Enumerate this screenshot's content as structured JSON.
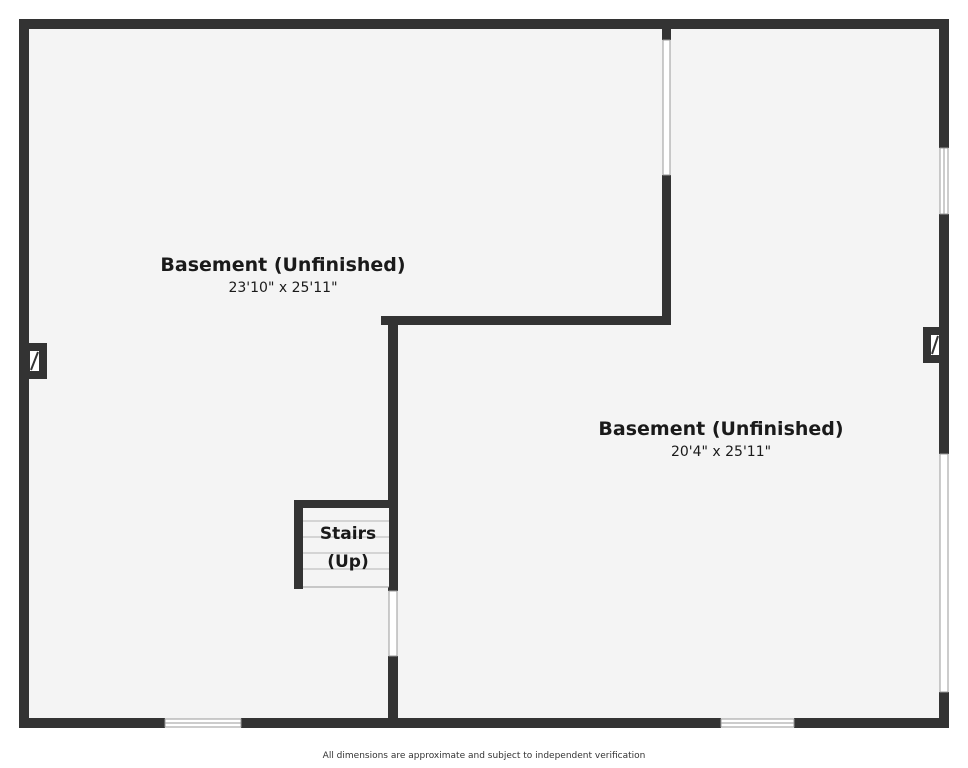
{
  "rooms": [
    {
      "name": "Basement (Unfinished)",
      "dimensions": "23'10\" x 25'11\""
    },
    {
      "name": "Basement (Unfinished)",
      "dimensions": "20'4\" x 25'11\""
    }
  ],
  "stairs": {
    "line1": "Stairs",
    "line2": "(Up)"
  },
  "disclaimer": "All dimensions are approximate and subject to independent verification",
  "colors": {
    "wall": "#333333",
    "floor": "#f4f4f4",
    "background": "#ffffff",
    "text": "#1a1a1a"
  }
}
